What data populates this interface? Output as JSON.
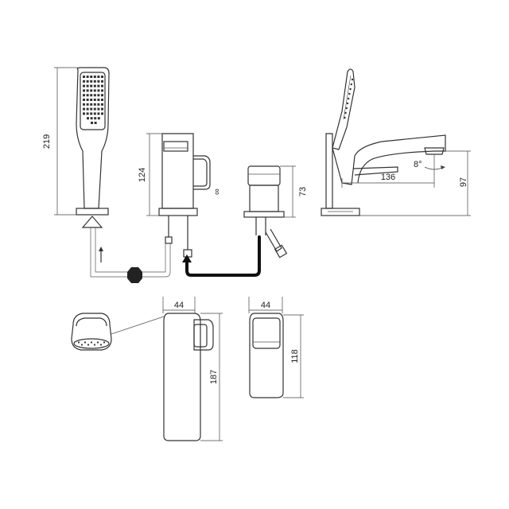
{
  "dimensions": {
    "handshower_height": "219",
    "spout_height": "124",
    "valve_height": "73",
    "spout_reach": "136",
    "side_height": "97",
    "spout_angle": "8°",
    "spout_width": "44",
    "valve_width": "44",
    "spout_depth": "187",
    "valve_depth": "118",
    "valve_mark": "∞"
  },
  "colors": {
    "line": "#333333",
    "hose": "#111111",
    "background": "#ffffff"
  }
}
